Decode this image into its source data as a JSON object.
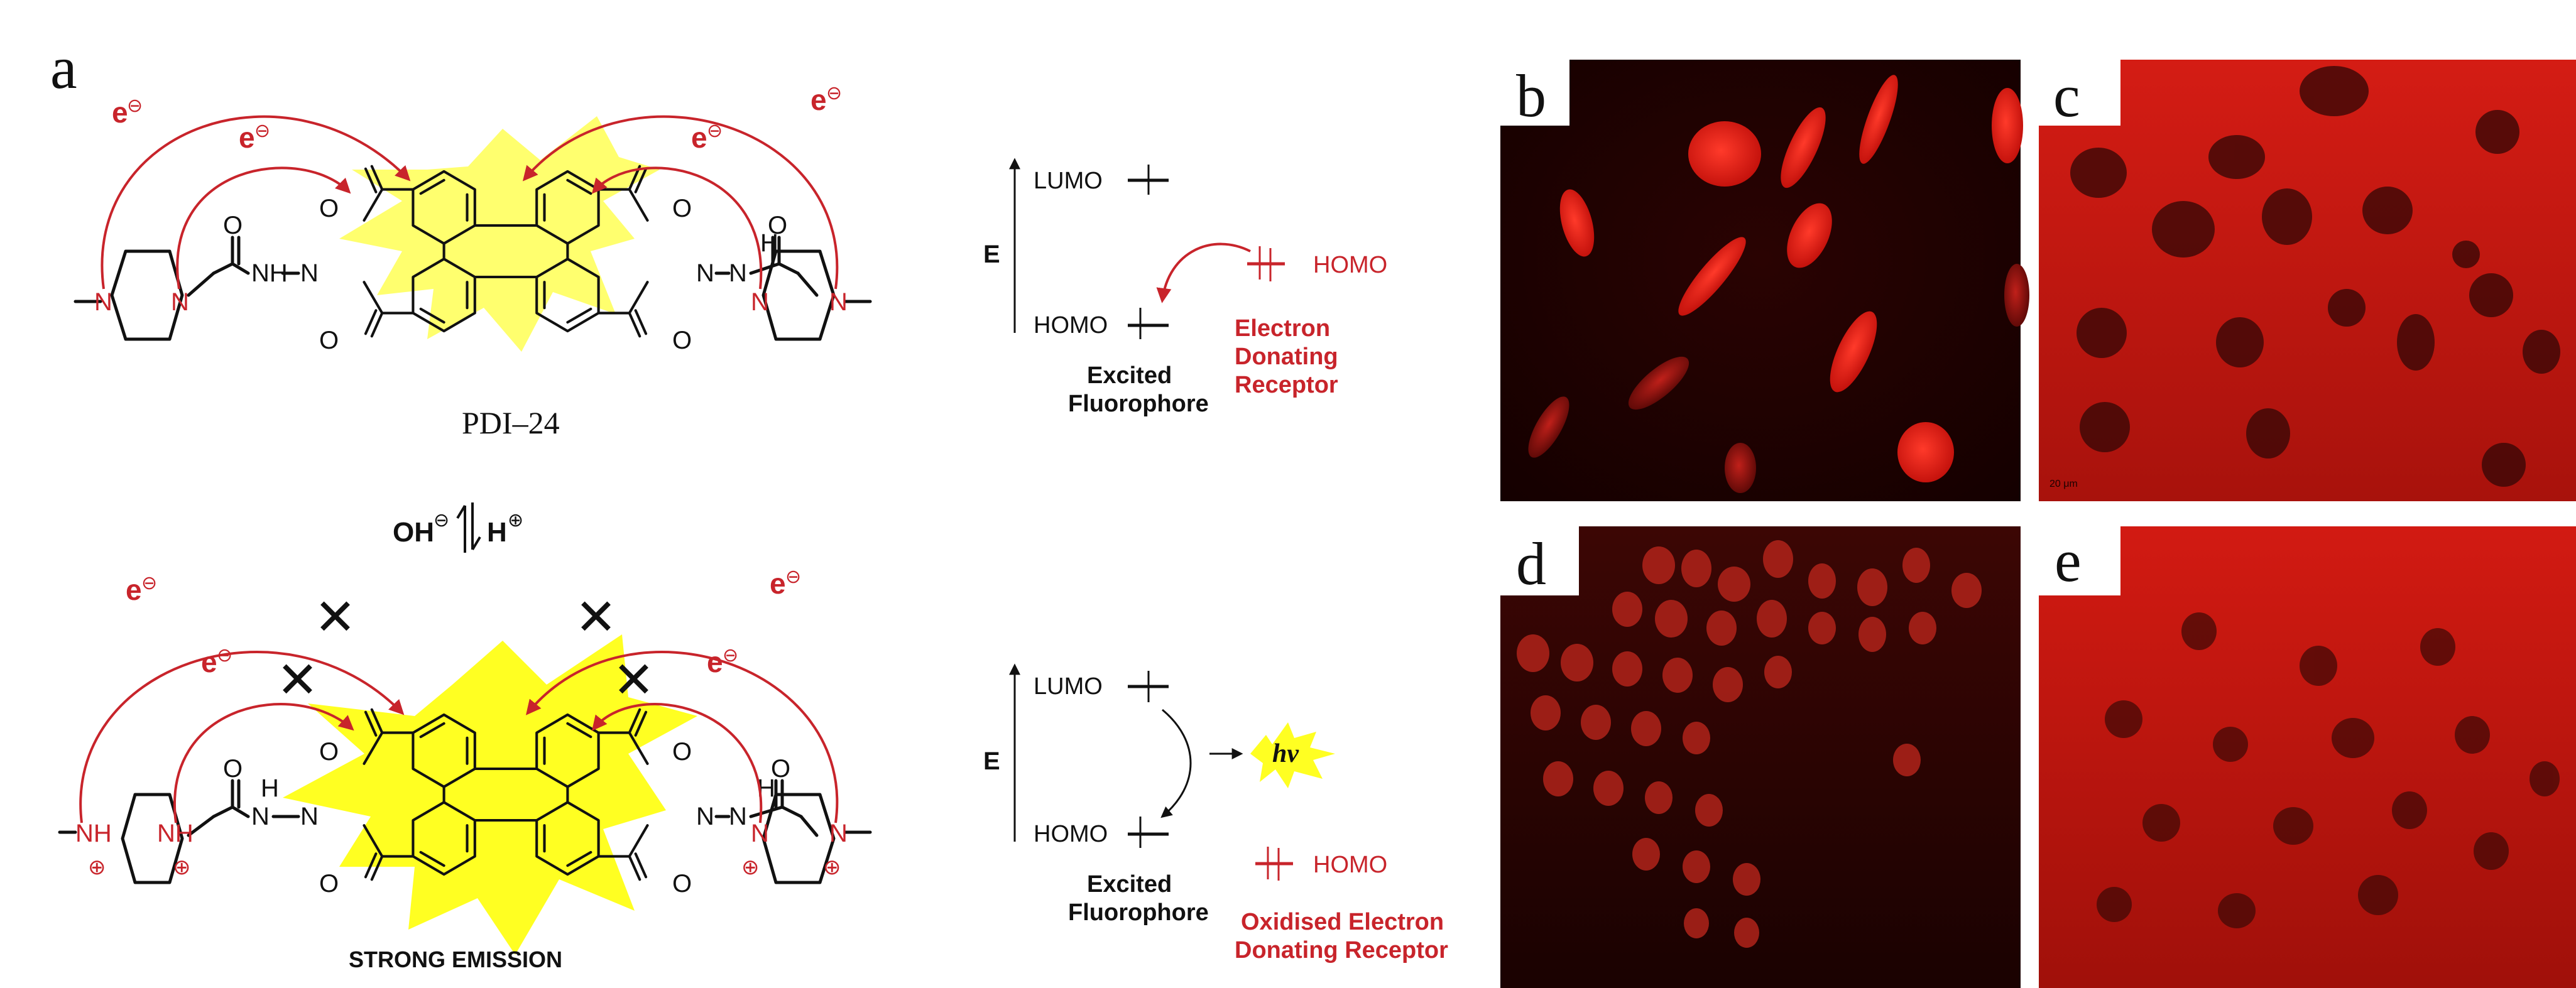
{
  "panel_a": {
    "label": "a",
    "top_molecule": {
      "name": "PDI–24",
      "electron": "e",
      "minus": "⊖",
      "atoms": {
        "N": "N",
        "O": "O",
        "NH": "NH",
        "H": "H"
      }
    },
    "equilibrium": {
      "left": "OH",
      "left_sup": "⊖",
      "right": "H",
      "right_sup": "⊕"
    },
    "bottom_molecule": {
      "caption": "STRONG EMISSION",
      "nh_protonated": "NH",
      "plus": "⊕",
      "blocked_mark": "✕"
    }
  },
  "energy_top": {
    "axis": "E",
    "lumo": "LUMO",
    "homo": "HOMO",
    "fluorophore": [
      "Excited",
      "Fluorophore"
    ],
    "receptor_homo": "HOMO",
    "receptor": [
      "Electron",
      "Donating",
      "Receptor"
    ]
  },
  "energy_bottom": {
    "axis": "E",
    "lumo": "LUMO",
    "homo": "HOMO",
    "emission": "hν",
    "fluorophore": [
      "Excited",
      "Fluorophore"
    ],
    "receptor_homo": "HOMO",
    "receptor": [
      "Oxidised Electron",
      "Donating Receptor"
    ]
  },
  "micrographs": [
    {
      "label": "b"
    },
    {
      "label": "c",
      "scale": "20 μm"
    },
    {
      "label": "d"
    },
    {
      "label": "e"
    }
  ],
  "colors": {
    "red": "#c8242b",
    "glow": "#ffff4d",
    "cell_red": "#e01818",
    "bg_dark": "#3a0604"
  }
}
